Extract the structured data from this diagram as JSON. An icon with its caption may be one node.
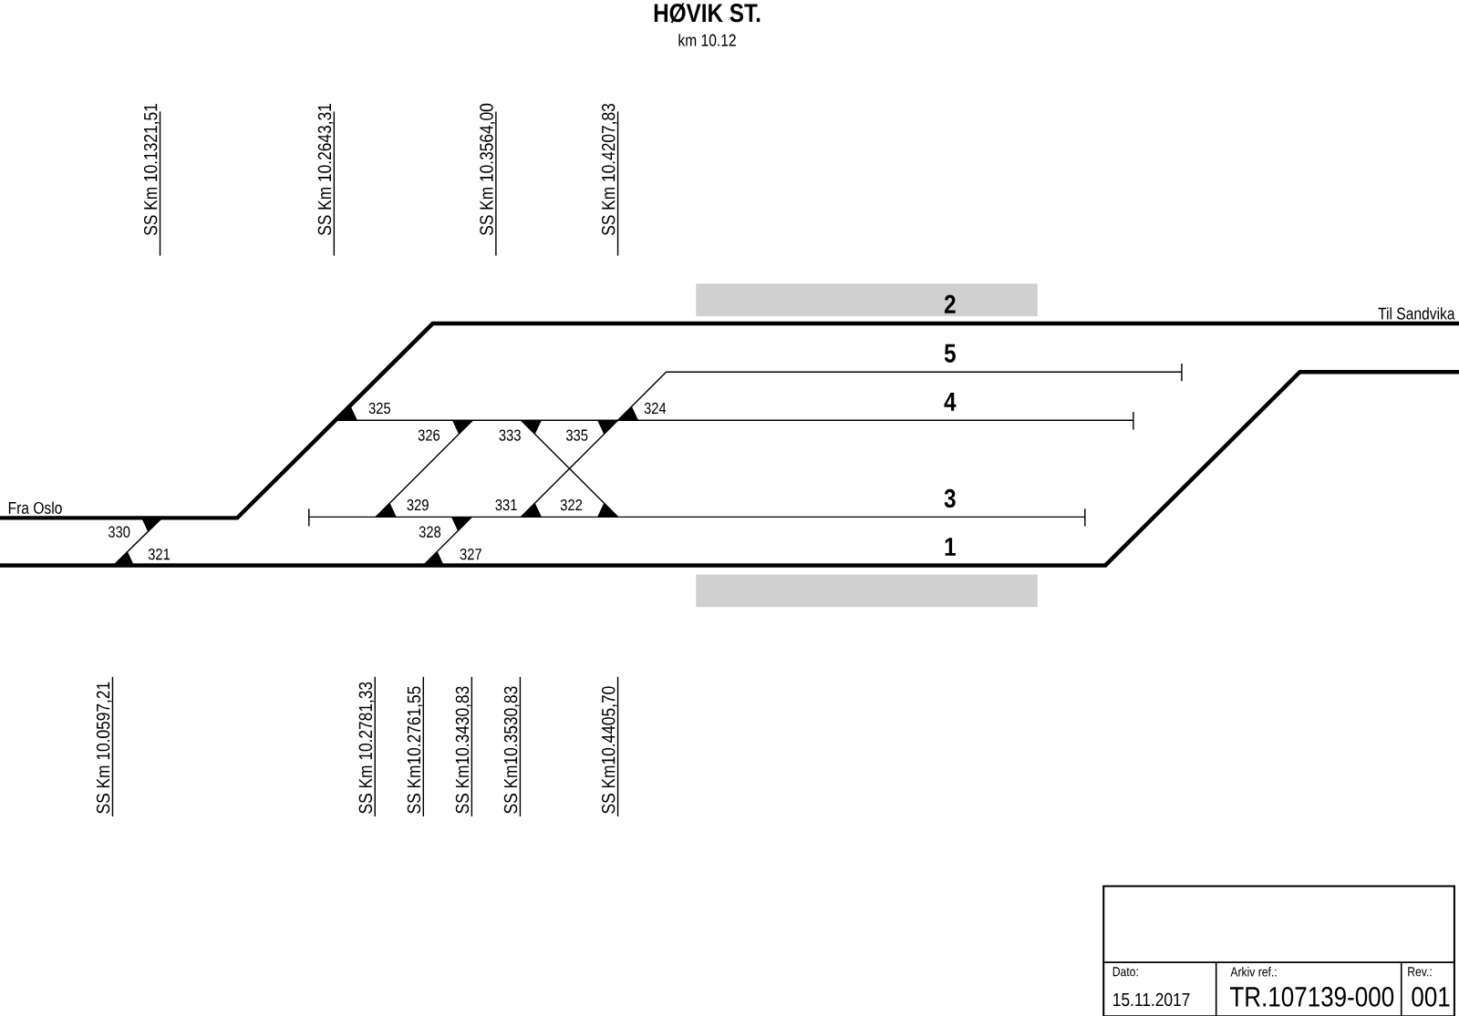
{
  "diagram": {
    "title": "HØVIK ST.",
    "nodes": [
      {
        "text": [],
        "shape": "box"
      },
      {
        "text": [],
        "shape": "box"
      }
    ],
    "labels": [
      "km 10.12",
      "SS Km 10.1321,51",
      "SS Km 10.2643,31",
      "SS Km 10.3564,00",
      "SS Km 10.4207,83",
      "2",
      "Til Sandvika",
      "5",
      "325",
      "324",
      "4",
      "326",
      "333",
      "335",
      "Fra Oslo",
      "329",
      "331",
      "322",
      "3",
      "330",
      "328",
      "321",
      "327",
      "1",
      "SS Km 10.0597,21",
      "SS Km 10.2781,33",
      "SS Km10.2761,55",
      "SS Km10.3430,83",
      "SS Km10.3530,83",
      "SS Km10.4405,70",
      "Dato:",
      "Arkiv ref.:",
      "Rev.:",
      "15.11.2017",
      "TR.107139-000",
      "001"
    ]
  }
}
